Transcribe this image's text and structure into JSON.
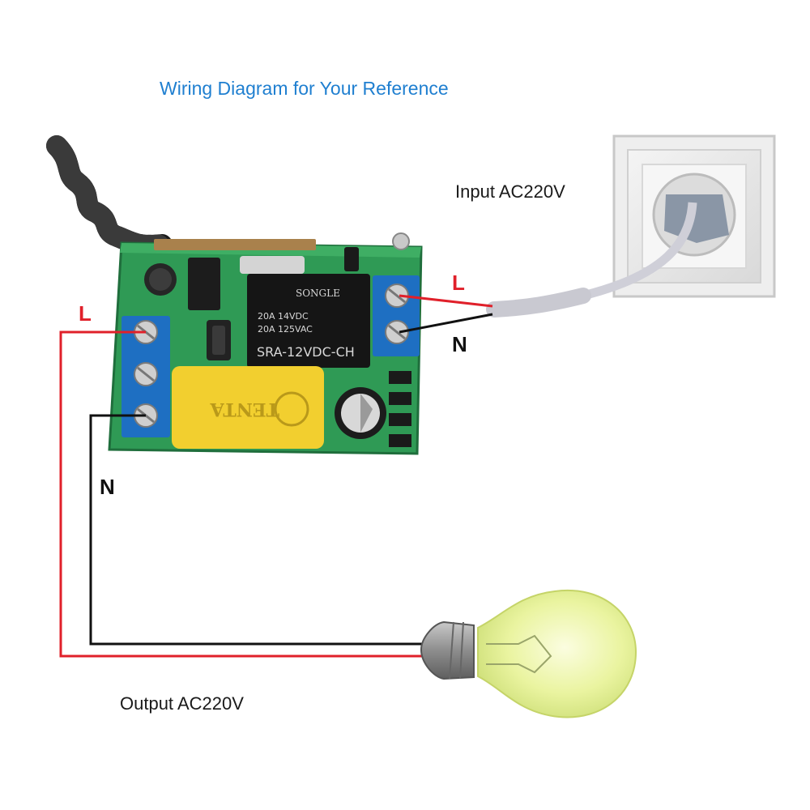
{
  "title": "Wiring Diagram for Your Reference",
  "input_label": "Input AC220V",
  "output_label": "Output AC220V",
  "wire_labels": {
    "input_live": "L",
    "input_neutral": "N",
    "output_live": "L",
    "output_neutral": "N"
  },
  "relay": {
    "brand": "SONGLE",
    "rating_1": "20A 14VDC",
    "rating_2": "20A 125VAC",
    "model": "SRA-12VDC-CH"
  },
  "capacitor_text": "TENTA",
  "colors": {
    "title": "#1f7fd0",
    "live_wire": "#e0202a",
    "neutral_wire": "#111111",
    "pcb": "#2f9a55",
    "terminal": "#1e6fc2",
    "capacitor": "#f2cf2f",
    "relay": "#151515",
    "bulb": "#e6f28a"
  },
  "icons": [
    "antenna-coil-icon",
    "wall-socket-icon",
    "light-bulb-icon"
  ]
}
